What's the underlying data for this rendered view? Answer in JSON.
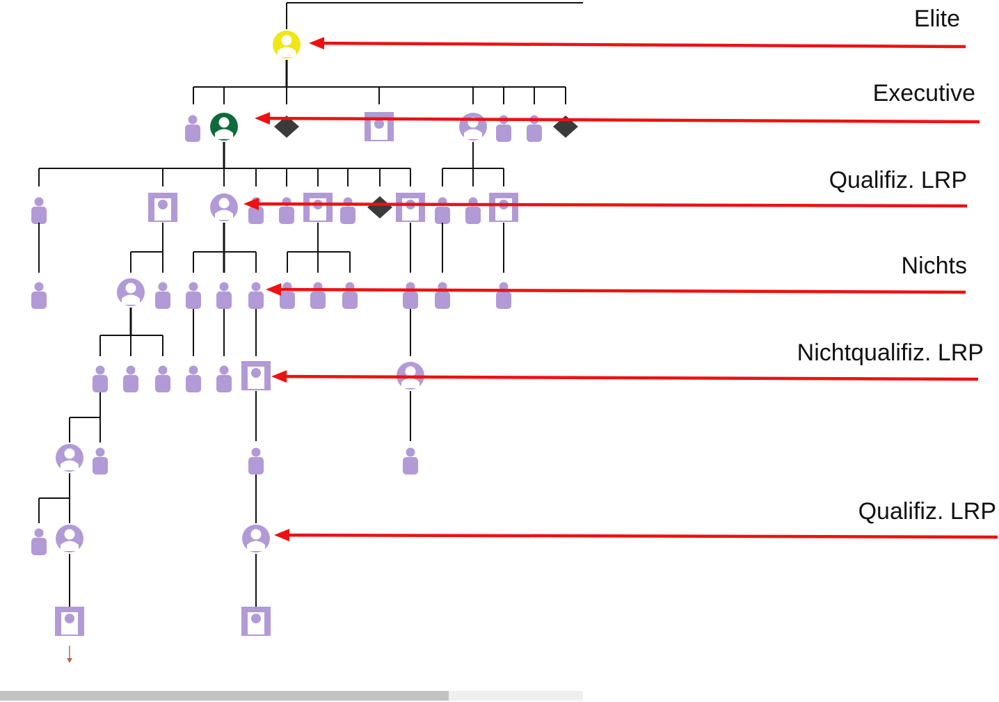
{
  "colors": {
    "member": "#b19ad6",
    "elite": "#f0e613",
    "executive": "#0e6b3b",
    "diamond": "#3a3a3a",
    "line": "#111111",
    "arrow": "#ee1111"
  },
  "rank_labels": [
    {
      "text": "Elite"
    },
    {
      "text": "Executive"
    },
    {
      "text": "Qualifiz. LRP"
    },
    {
      "text": "Nichts"
    },
    {
      "text": "Nichtqualifiz. LRP"
    },
    {
      "text": "Qualifiz. LRP"
    }
  ],
  "node_kinds": {
    "bust": "member-icon",
    "ring": "qualified-lrp-icon",
    "box": "nonqualified-lrp-icon",
    "diamond": "diamond-icon"
  },
  "scrollbar": {
    "thumb_fraction": 0.77
  }
}
